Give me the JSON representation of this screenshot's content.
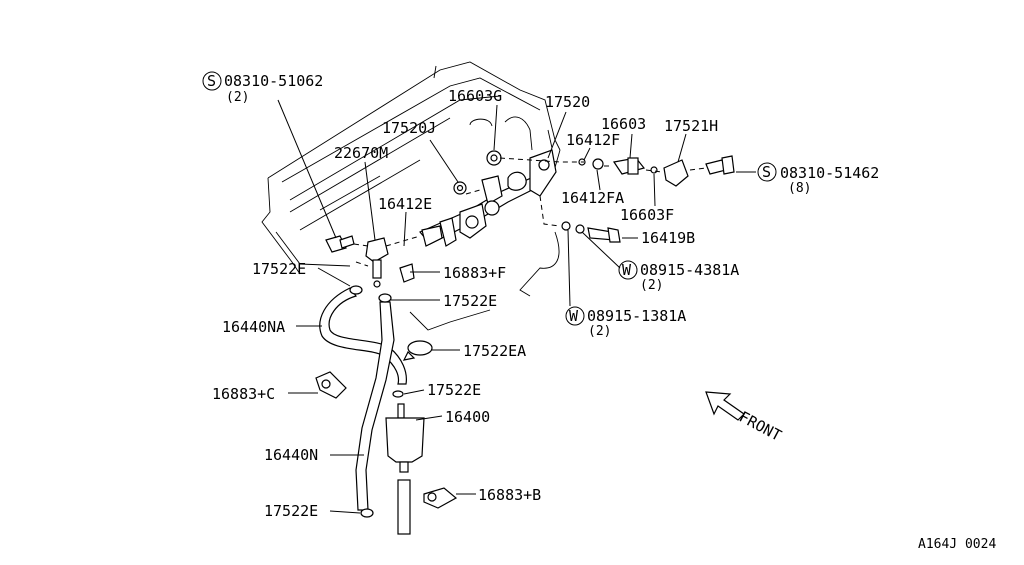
{
  "diagram": {
    "code": "A164J 0024",
    "front_label": "FRONT",
    "parts": {
      "bolt_top": {
        "number": "08310-51062",
        "qty": "(2)",
        "marker": "S"
      },
      "p16603G": "16603G",
      "p17520": "17520",
      "p17520J": "17520J",
      "p16412F": "16412F",
      "p16603": "16603",
      "p17521H": "17521H",
      "p22670M": "22670M",
      "bolt_right": {
        "number": "08310-51462",
        "qty": "(8)",
        "marker": "S"
      },
      "p16412FA": "16412FA",
      "p16412E": "16412E",
      "p16603F": "16603F",
      "p16419B": "16419B",
      "p17522E_a": "17522E",
      "p16883F": "16883+F",
      "washer_a": {
        "number": "08915-4381A",
        "qty": "(2)",
        "marker": "W"
      },
      "p17522E_b": "17522E",
      "washer_b": {
        "number": "08915-1381A",
        "qty": "(2)",
        "marker": "W"
      },
      "p16440NA": "16440NA",
      "p17522EA": "17522EA",
      "p16883C": "16883+C",
      "p17522E_c": "17522E",
      "p16400": "16400",
      "p16440N": "16440N",
      "p16883B": "16883+B",
      "p17522E_d": "17522E"
    }
  }
}
